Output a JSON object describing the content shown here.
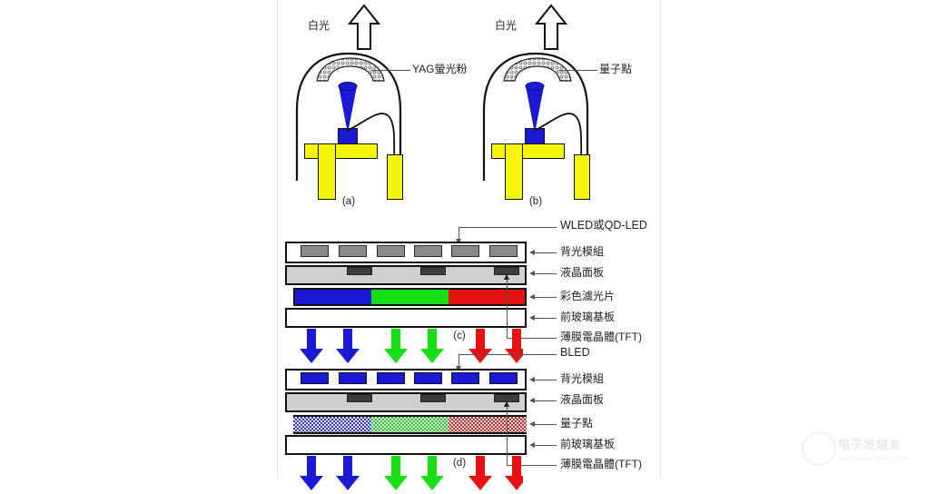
{
  "figure": {
    "background_color": "#ffffff",
    "sheet_color": "#ffffff",
    "ink_color": "#111111"
  },
  "panels": {
    "a": {
      "caption": "(a)",
      "emission_label": "白光",
      "converter_label": "YAG螢光粉",
      "converter_style": "dotted-arc-band",
      "die_color": "#1a1ad4",
      "beam_color": "#1a1ad4",
      "leadframe_color": "#f5f50a",
      "body_color": "#ffffff"
    },
    "b": {
      "caption": "(b)",
      "emission_label": "白光",
      "converter_label": "量子點",
      "converter_style": "dotted-arc-band",
      "die_color": "#1a1ad4",
      "beam_color": "#1a1ad4",
      "leadframe_color": "#f5f50a",
      "body_color": "#ffffff"
    },
    "c": {
      "caption": "(c)",
      "source_label": "WLED或QD-LED",
      "labels": [
        "背光模組",
        "液晶面板",
        "彩色濾光片",
        "前玻璃基板",
        "薄膜電晶體(TFT)"
      ],
      "backlight_chip_color": "#8a8a8a",
      "lc_color": "#cfcfcf",
      "tft_color": "#3c3c3c",
      "filter_segments": [
        {
          "name": "blue",
          "color": "#1a1ad4"
        },
        {
          "name": "green",
          "color": "#15e015"
        },
        {
          "name": "red",
          "color": "#e81111"
        }
      ],
      "output_arrows": [
        {
          "name": "blue",
          "color": "#1a1ad4",
          "count": 2
        },
        {
          "name": "green",
          "color": "#15e015",
          "count": 2
        },
        {
          "name": "red",
          "color": "#e81111",
          "count": 2
        }
      ]
    },
    "d": {
      "caption": "(d)",
      "source_label": "BLED",
      "labels": [
        "背光模組",
        "液晶面板",
        "量子點",
        "前玻璃基板",
        "薄膜電晶體(TFT)"
      ],
      "backlight_chip_color": "#1a1ad4",
      "lc_color": "#cfcfcf",
      "tft_color": "#3c3c3c",
      "filter_segments": [
        {
          "name": "blue",
          "color": "#2a2ad4"
        },
        {
          "name": "green",
          "color": "#1ec81e"
        },
        {
          "name": "red",
          "color": "#d01818"
        }
      ],
      "output_arrows": [
        {
          "name": "blue",
          "color": "#1a1ad4",
          "count": 2
        },
        {
          "name": "green",
          "color": "#15e015",
          "count": 2
        },
        {
          "name": "red",
          "color": "#e81111",
          "count": 2
        }
      ]
    }
  },
  "watermark": {
    "title": "电子发烧友",
    "url": "www.elecfans.com"
  }
}
